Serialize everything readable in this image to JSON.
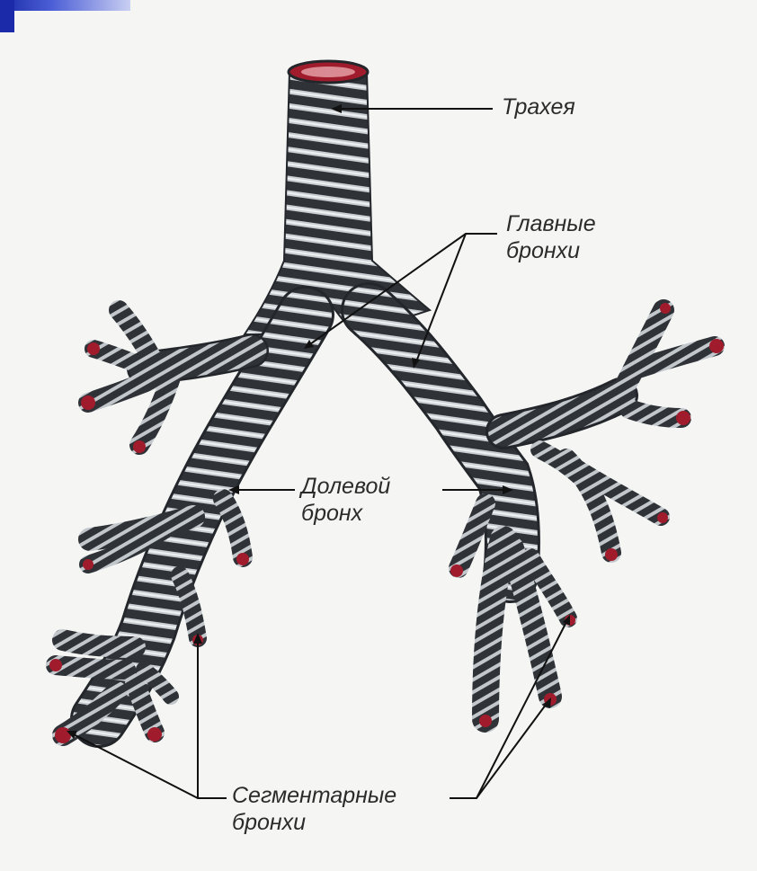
{
  "labels": {
    "trachea": "Трахея",
    "main_bronchi": [
      "Главные",
      "бронхи"
    ],
    "lobar_bronchus": [
      "Долевой",
      "бронх"
    ],
    "segmental_bronchi": [
      "Сегментарные",
      "бронхи"
    ]
  },
  "colors": {
    "airway_dark": "#2f3338",
    "airway_ring": "#c9ced2",
    "cut_end": "#a01c2c",
    "background": "#f5f6f4",
    "leader_line": "#111111",
    "corner_accent": "#1a2aa8"
  }
}
